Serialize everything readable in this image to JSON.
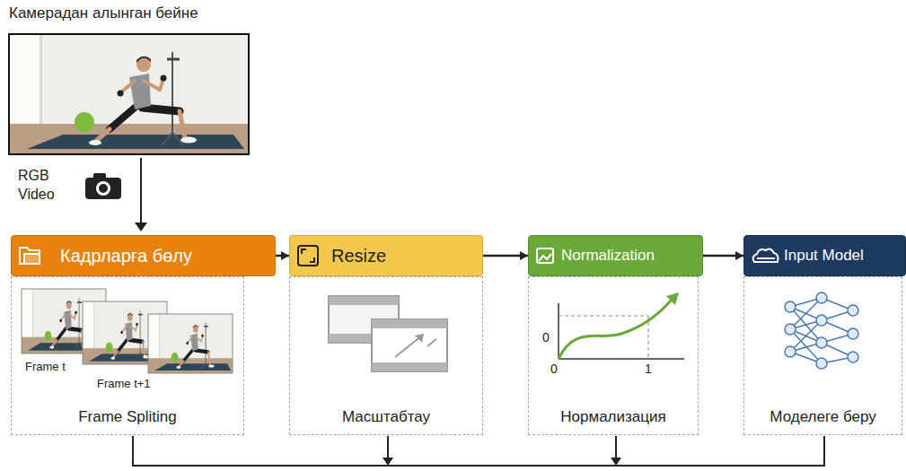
{
  "diagram": {
    "title": "Камерадан алынган бейне",
    "nodes": [
      {
        "text": [
          "Кадрларға бөлу"
        ]
      },
      {
        "text": [
          "Resize"
        ]
      },
      {
        "text": [
          "Normalization"
        ]
      },
      {
        "text": [
          "Input Model"
        ]
      },
      {
        "text": [
          "Frame Spliting"
        ]
      },
      {
        "text": [
          "Масштабтау"
        ]
      },
      {
        "text": [
          "Нормализация"
        ]
      },
      {
        "text": [
          "Моделеге беру"
        ]
      }
    ],
    "edges": [
      {
        "from": 0,
        "to": 1,
        "arrow": "to"
      },
      {
        "from": 1,
        "to": 2,
        "arrow": "to"
      },
      {
        "from": 2,
        "to": 3,
        "arrow": "to"
      }
    ],
    "labels": [
      "RGB Video",
      "Frame t",
      "Frame t+1",
      "0",
      "0",
      "1"
    ]
  }
}
